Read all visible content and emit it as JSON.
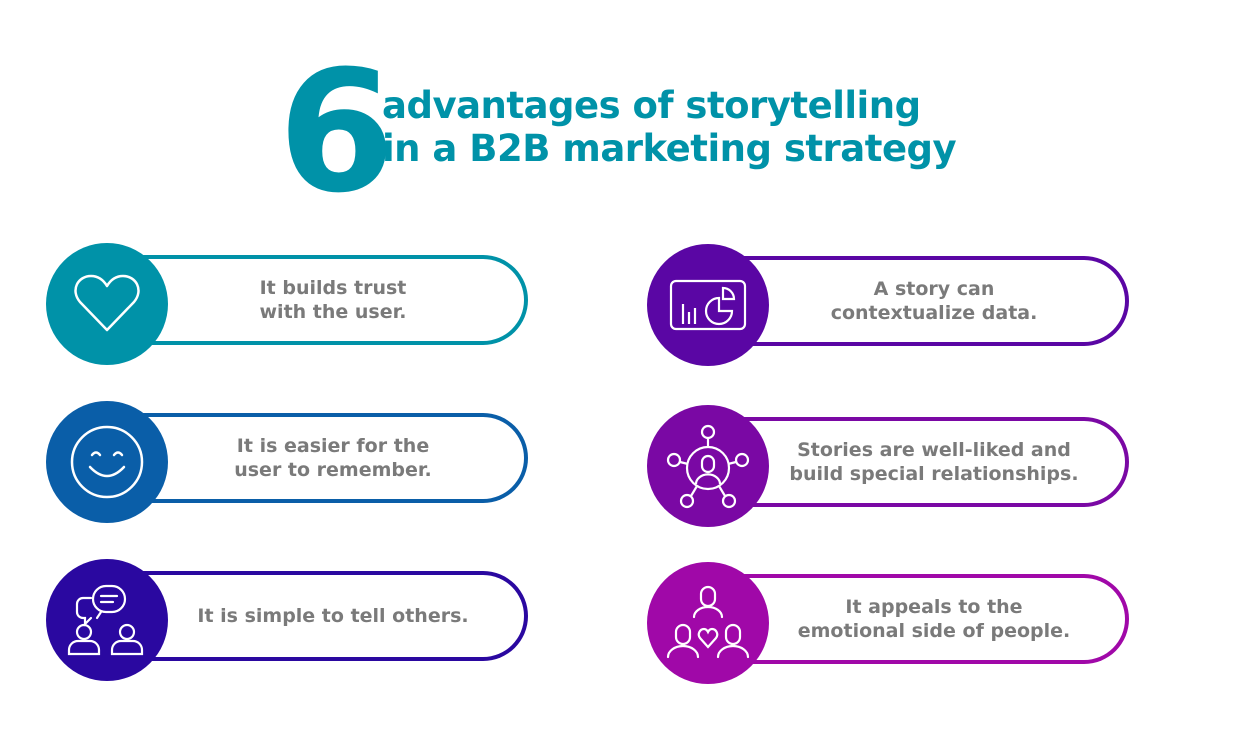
{
  "header": {
    "number": "6",
    "title_line1": "advantages of storytelling",
    "title_line2": "in a B2B marketing strategy"
  },
  "advantages": [
    {
      "icon": "heart-icon",
      "color": "#0092a8",
      "line1": "It builds trust",
      "line2": "with the user."
    },
    {
      "icon": "smiley-icon",
      "color": "#0a5ea8",
      "line1": "It is easier for the",
      "line2": "user to remember."
    },
    {
      "icon": "conversation-icon",
      "color": "#2a08a0",
      "line1": "It is simple to tell others.",
      "line2": ""
    },
    {
      "icon": "data-chart-icon",
      "color": "#5a06a4",
      "line1": "A story can",
      "line2": "contextualize data."
    },
    {
      "icon": "network-icon",
      "color": "#7a08a4",
      "line1": "Stories are well-liked and",
      "line2": "build special relationships."
    },
    {
      "icon": "people-heart-icon",
      "color": "#a008a8",
      "line1": "It appeals to the",
      "line2": "emotional side of people."
    }
  ]
}
